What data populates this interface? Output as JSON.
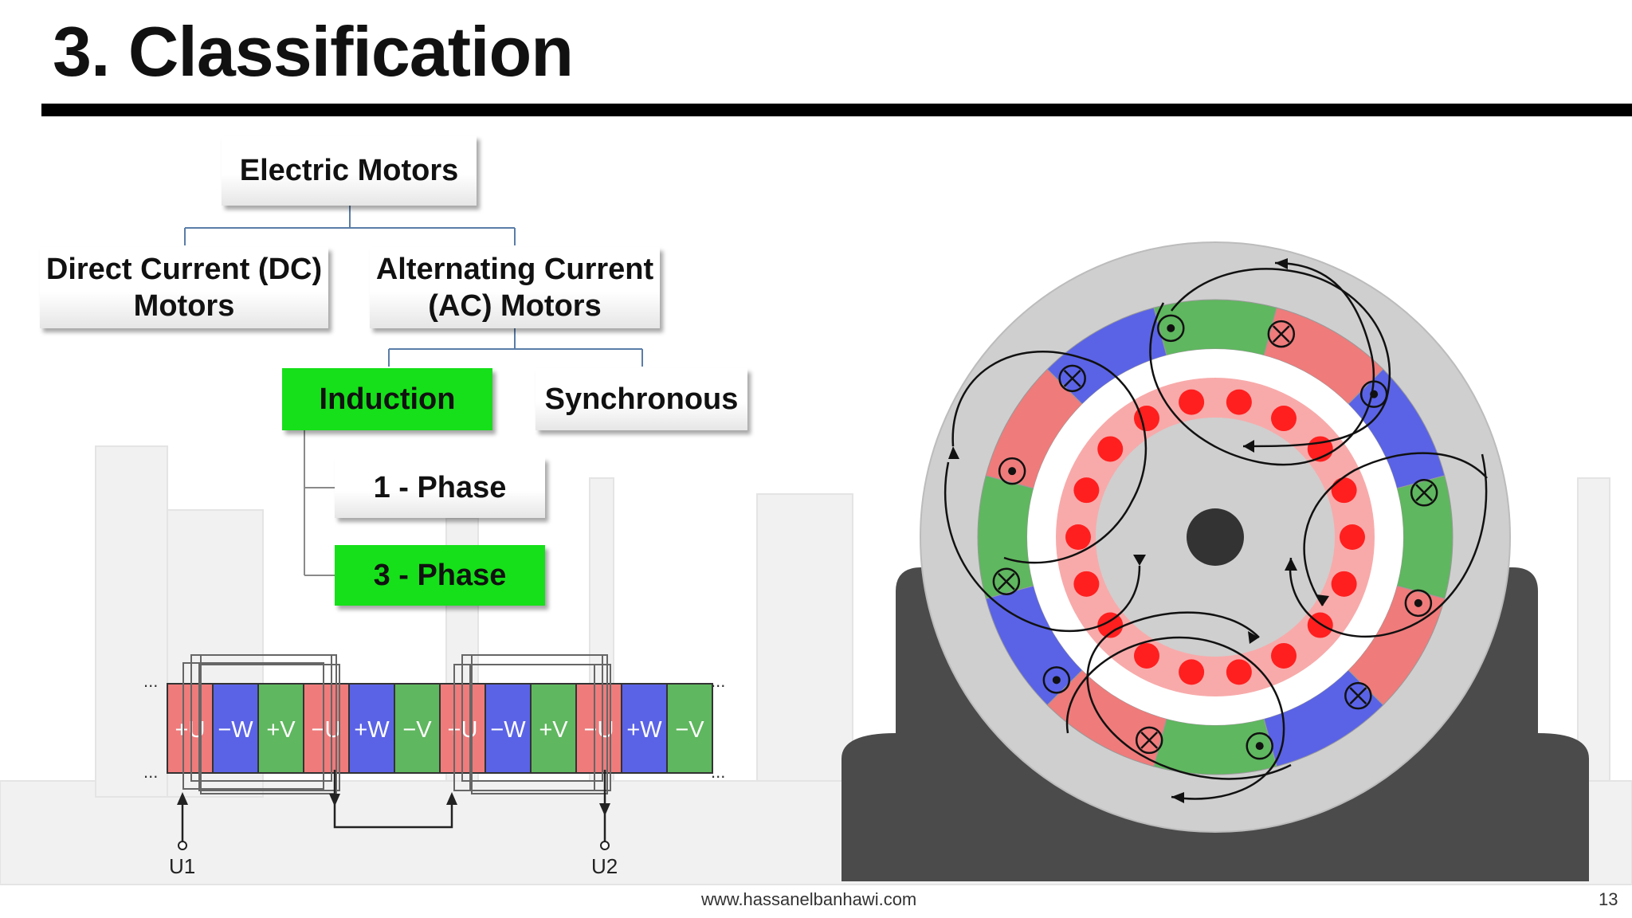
{
  "slide": {
    "title": "3. Classification",
    "footer_url": "www.hassanelbanhawi.com",
    "page_number": "13"
  },
  "tree": {
    "root": "Electric Motors",
    "dc": "Direct Current (DC) Motors",
    "ac": "Alternating Current (AC) Motors",
    "induction": "Induction",
    "synchronous": "Synchronous",
    "one_phase": "1 - Phase",
    "three_phase": "3 - Phase"
  },
  "winding": {
    "slots": [
      "+U",
      "−W",
      "+V",
      "−U",
      "+W",
      "−V",
      "+U",
      "−W",
      "+V",
      "−U",
      "+W",
      "−V"
    ],
    "ellipsis": "...",
    "terminal_left": "U1",
    "terminal_right": "U2"
  },
  "colors": {
    "phase_u": "#ef7b7b",
    "phase_v": "#5fb75f",
    "phase_w": "#5a63e6",
    "highlight": "#16e019",
    "rotor_dot": "#ff1f1f",
    "rotor_ring": "#f8aaaa"
  }
}
